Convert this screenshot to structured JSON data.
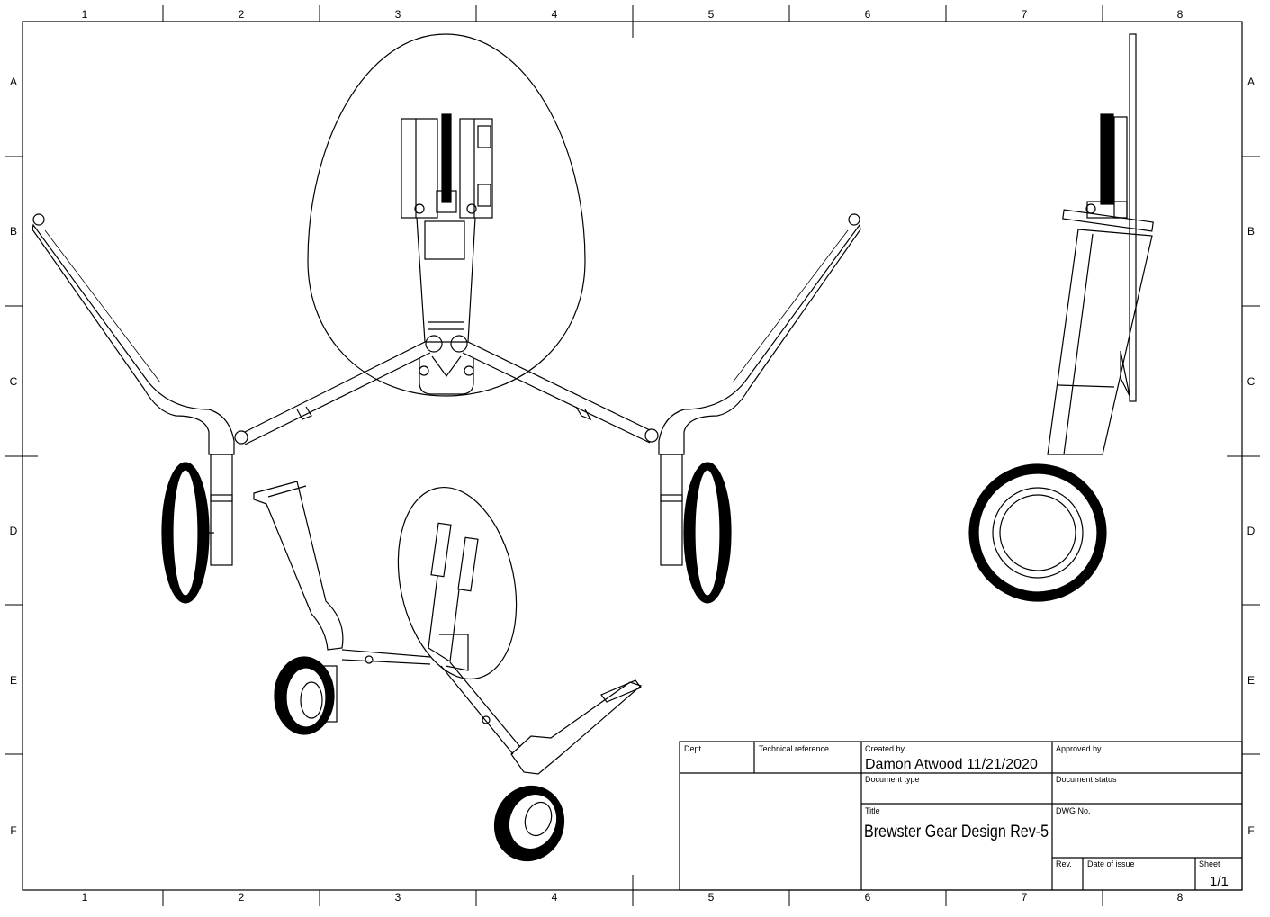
{
  "zones": {
    "columns": [
      "1",
      "2",
      "3",
      "4",
      "5",
      "6",
      "7",
      "8"
    ],
    "rows": [
      "A",
      "B",
      "C",
      "D",
      "E",
      "F"
    ]
  },
  "title_block": {
    "dept_label": "Dept.",
    "technical_reference_label": "Technical reference",
    "created_by_label": "Created by",
    "created_by_value": "Damon Atwood 11/21/2020",
    "approved_by_label": "Approved by",
    "document_type_label": "Document type",
    "document_status_label": "Document status",
    "title_label": "Title",
    "title_value": "Brewster Gear Design Rev-5",
    "dwg_no_label": "DWG No.",
    "rev_label": "Rev.",
    "date_of_issue_label": "Date of issue",
    "sheet_label": "Sheet",
    "sheet_value": "1/1"
  },
  "views": [
    "front-view",
    "side-view",
    "isometric-view"
  ]
}
